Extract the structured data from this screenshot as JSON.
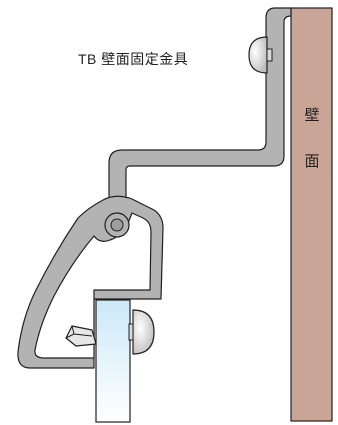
{
  "labels": {
    "bracket_callout": "TB 壁面固定金具",
    "wall_char_1": "壁",
    "wall_char_2": "面"
  },
  "colors": {
    "wall_fill": "#c8a596",
    "metal_fill": "#b3b3b3",
    "outline": "#231f20",
    "glass_top": "#cbe9f8",
    "glass_bottom": "#ffffff",
    "screw_head": "#e6e6e6"
  }
}
